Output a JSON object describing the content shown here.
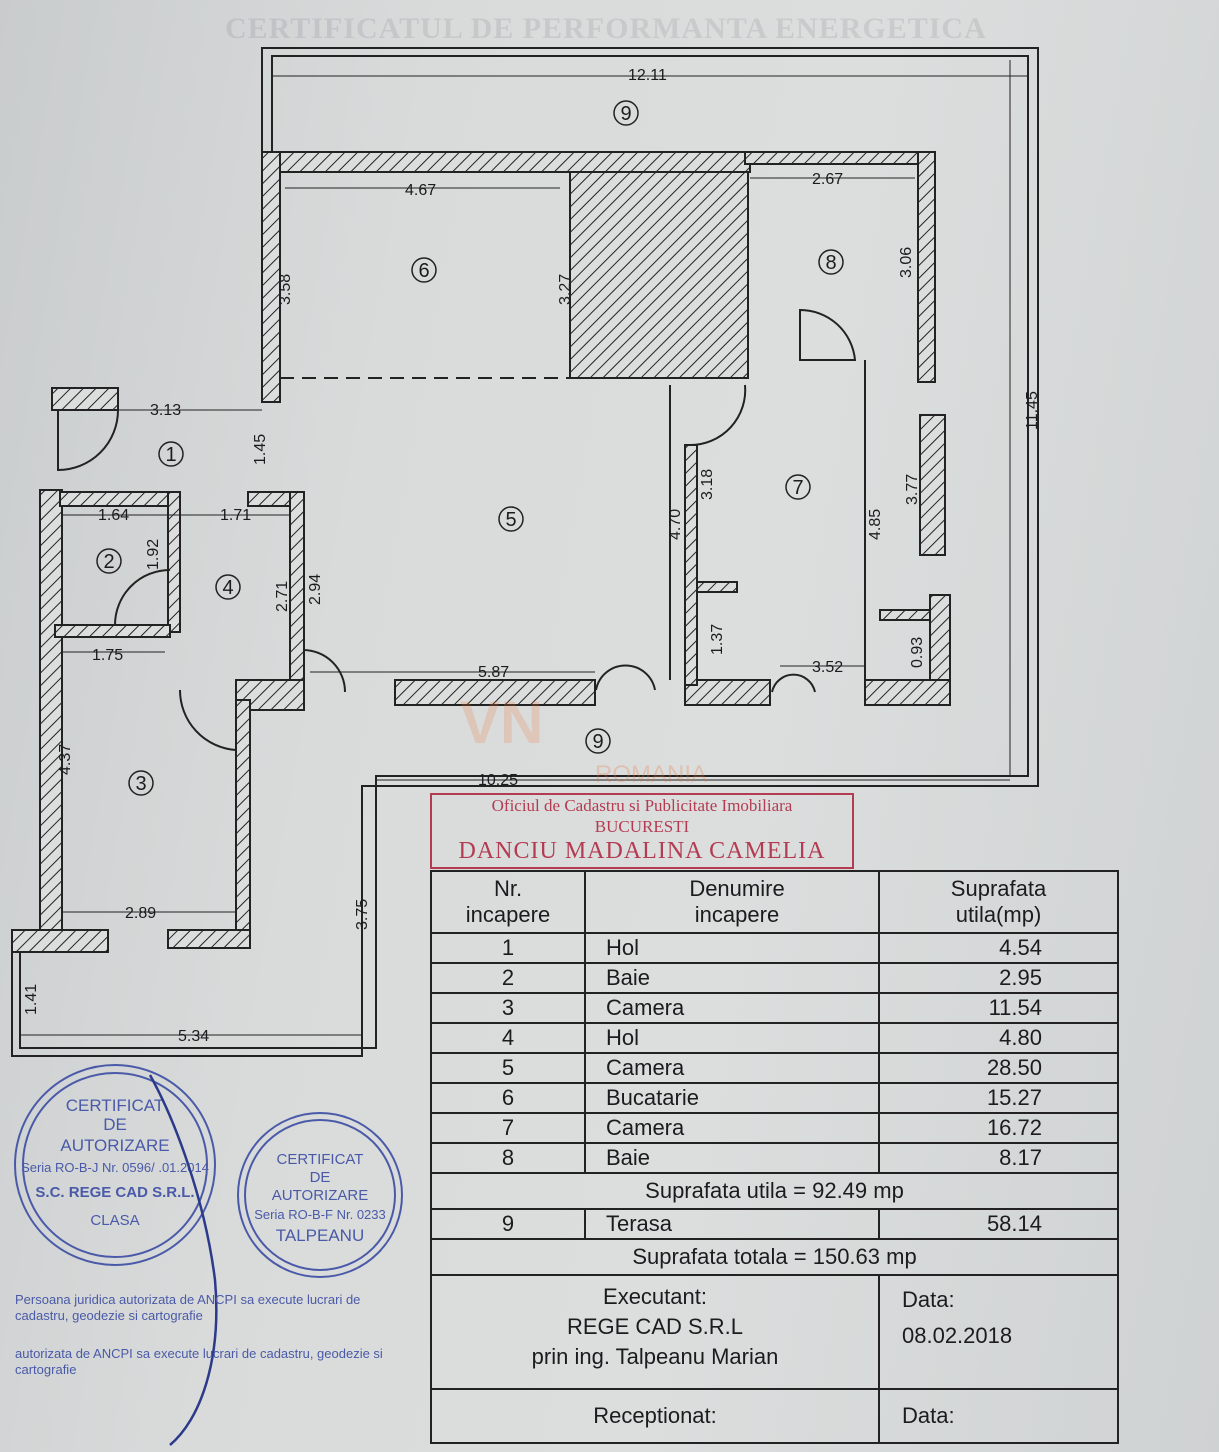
{
  "ghost_title": "CERTIFICATUL DE PERFORMANTA ENERGETICA",
  "watermark": {
    "logo": "VN",
    "text": "ROMANIA"
  },
  "plan": {
    "dimensions": {
      "top_terrace": "12.11",
      "right_terrace": "11.45",
      "bottom_terrace": "10.25",
      "kitchen_width": "4.67",
      "kitchen_left": "3.58",
      "kitchen_right": "3.27",
      "bath8_width": "2.67",
      "bath8_height": "3.06",
      "hol1_width": "3.13",
      "hol1_height": "1.45",
      "bath2_width": "1.64",
      "bath2_height": "1.92",
      "hol4_width": "1.71",
      "hol4_height": "2.71",
      "living_left": "2.94",
      "living_width": "5.87",
      "living_height": "4.70",
      "room7_door": "3.18",
      "room7_left": "4.85",
      "room7_right": "3.77",
      "room7_width": "3.52",
      "room7_low": "1.37",
      "room7_corner": "0.93",
      "room3_top": "1.75",
      "room3_height": "4.37",
      "room3_bottom": "2.89",
      "balcony_width": "5.34",
      "balcony_height": "1.41",
      "balcony_right": "3.75"
    },
    "room_labels": [
      "1",
      "2",
      "3",
      "4",
      "5",
      "6",
      "7",
      "8",
      "9",
      "9"
    ]
  },
  "table": {
    "headers": [
      "Nr.\nincapere",
      "Denumire\nincapere",
      "Suprafata\nutila(mp)"
    ],
    "rows": [
      {
        "nr": "1",
        "name": "Hol",
        "area": "4.54"
      },
      {
        "nr": "2",
        "name": "Baie",
        "area": "2.95"
      },
      {
        "nr": "3",
        "name": "Camera",
        "area": "11.54"
      },
      {
        "nr": "4",
        "name": "Hol",
        "area": "4.80"
      },
      {
        "nr": "5",
        "name": "Camera",
        "area": "28.50"
      },
      {
        "nr": "6",
        "name": "Bucatarie",
        "area": "15.27"
      },
      {
        "nr": "7",
        "name": "Camera",
        "area": "16.72"
      },
      {
        "nr": "8",
        "name": "Baie",
        "area": "8.17"
      }
    ],
    "useful_total": "Suprafata utila = 92.49 mp",
    "terrace": {
      "nr": "9",
      "name": "Terasa",
      "area": "58.14"
    },
    "grand_total": "Suprafata totala = 150.63 mp",
    "executant_label": "Executant:",
    "executant_company": "REGE CAD S.R.L",
    "executant_person": "prin ing. Talpeanu Marian",
    "date_label": "Data:",
    "date_value": "08.02.2018",
    "received_label": "Receptionat:",
    "received_date_label": "Data:"
  },
  "stamps": {
    "stamp1": {
      "ring": "Persoana juridica autorizata de ANCPI sa execute lucrari de cadastru, geodezie si cartografie",
      "l1": "CERTIFICAT",
      "l2": "DE",
      "l3": "AUTORIZARE",
      "l4": "Seria RO-B-J Nr. 0596/ .01.2014",
      "l5": "S.C. REGE CAD S.R.L.",
      "bottom": "CLASA"
    },
    "stamp2": {
      "ring": "autorizata de ANCPI sa execute lucrari de cadastru, geodezie si cartografie",
      "l1": "CERTIFICAT",
      "l2": "DE",
      "l3": "AUTORIZARE",
      "l4": "Seria RO-B-F Nr. 0233",
      "l5": "TALPEANU"
    },
    "red_stamp": {
      "l1": "Oficiul de Cadastru si Publicitate Imobiliara",
      "l2": "BUCURESTI",
      "l3": "DANCIU MADALINA CAMELIA"
    },
    "colors": {
      "blue_ink": "#4a5aa8",
      "red_ink": "#b43c52"
    }
  }
}
